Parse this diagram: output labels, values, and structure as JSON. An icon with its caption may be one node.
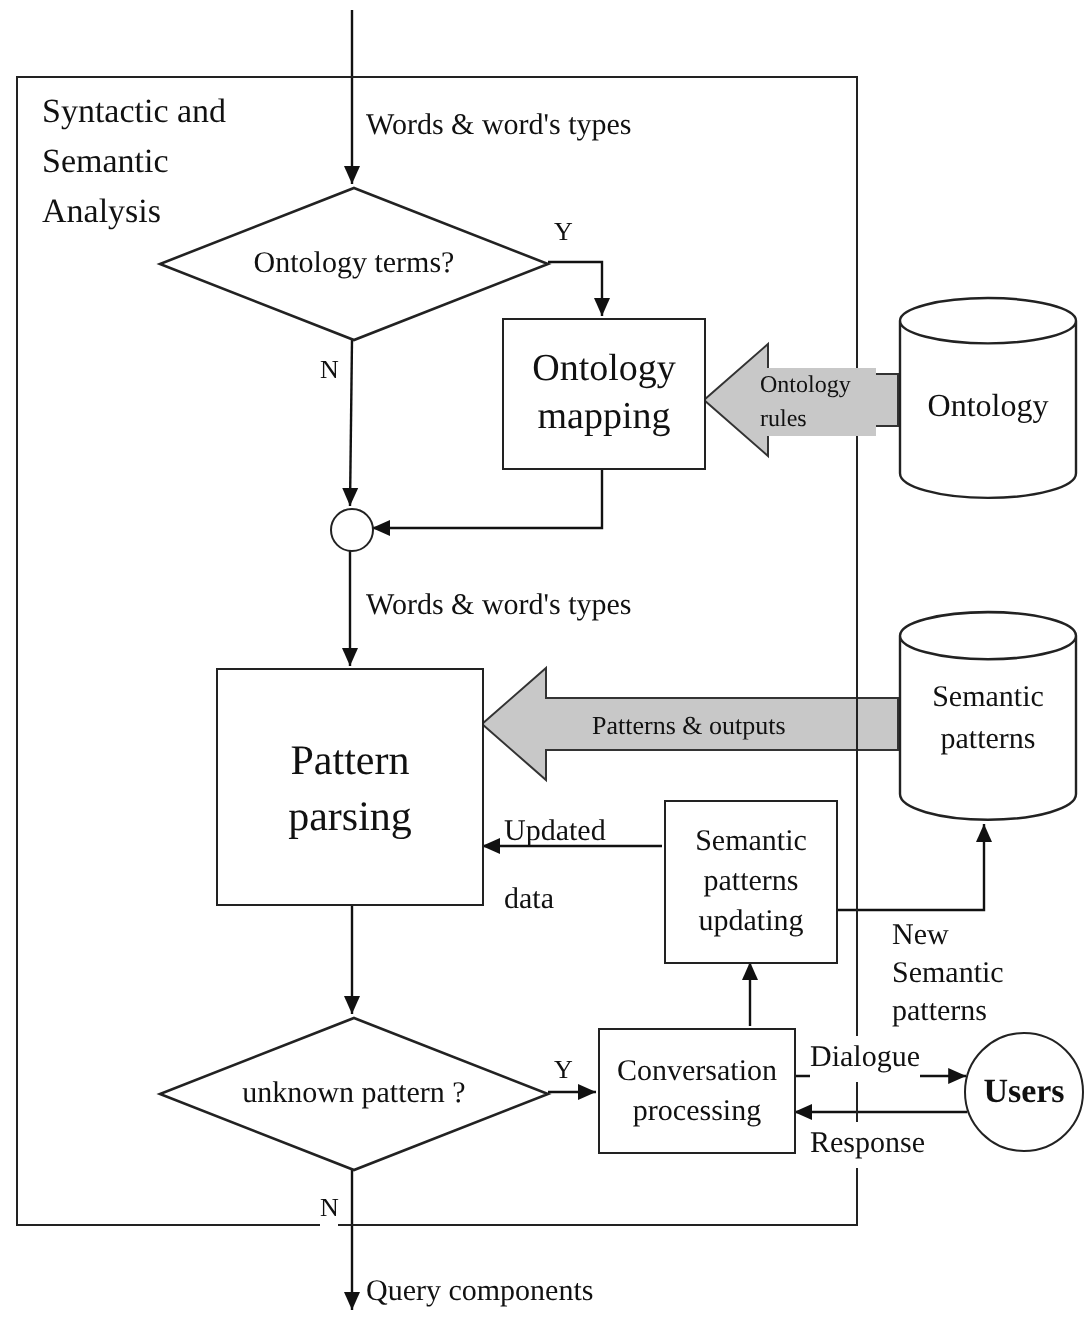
{
  "diagram": {
    "nodes": [
      {
        "text": [
          "Syntactic and Semantic Analysis"
        ]
      },
      {
        "text": [
          "Ontology terms?"
        ],
        "in": 0
      },
      {
        "text": [
          "Ontology mapping"
        ],
        "in": 0
      },
      {
        "text": [
          "Ontology"
        ]
      },
      {
        "text": [],
        "shape": "circle",
        "in": 0
      },
      {
        "text": [
          "Pattern parsing"
        ],
        "in": 0
      },
      {
        "text": [
          "Semantic patterns"
        ]
      },
      {
        "text": [
          "Semantic patterns updating"
        ],
        "in": 0
      },
      {
        "text": [
          "unknown pattern ?"
        ],
        "in": 0
      },
      {
        "text": [
          "Conversation processing"
        ],
        "in": 0
      },
      {
        "text": [
          "Users"
        ]
      }
    ],
    "edges": [
      {
        "from": null,
        "to": 1,
        "arrow": "to",
        "label": "Words & word's types"
      },
      {
        "from": 1,
        "to": 2,
        "arrow": "to",
        "label": "Y"
      },
      {
        "from": 1,
        "to": 4,
        "arrow": "to",
        "label": "N"
      },
      {
        "from": 2,
        "to": 4,
        "arrow": "to"
      },
      {
        "from": 3,
        "to": 2,
        "arrow": "to",
        "label": "Ontology rules",
        "style": "thick",
        "color": "#c8c8c8"
      },
      {
        "from": 4,
        "to": 5,
        "arrow": "to",
        "label": "Words & word's types"
      },
      {
        "from": 6,
        "to": 5,
        "arrow": "to",
        "label": "Patterns & outputs",
        "style": "thick",
        "color": "#c8c8c8"
      },
      {
        "from": 7,
        "to": 5,
        "arrow": "to",
        "label": "Updated data"
      },
      {
        "from": 7,
        "to": 6,
        "arrow": "to",
        "label": "New Semantic patterns"
      },
      {
        "from": 5,
        "to": 8,
        "arrow": "to"
      },
      {
        "from": 8,
        "to": 9,
        "arrow": "to",
        "label": "Y"
      },
      {
        "from": 9,
        "to": 7,
        "arrow": "to"
      },
      {
        "from": 9,
        "to": 10,
        "arrow": "to",
        "label": "Dialogue"
      },
      {
        "from": 10,
        "to": 9,
        "arrow": "to",
        "label": "Response"
      },
      {
        "from": 8,
        "to": null,
        "arrow": "to",
        "label": "Query components"
      }
    ],
    "labels": [
      "N"
    ]
  }
}
